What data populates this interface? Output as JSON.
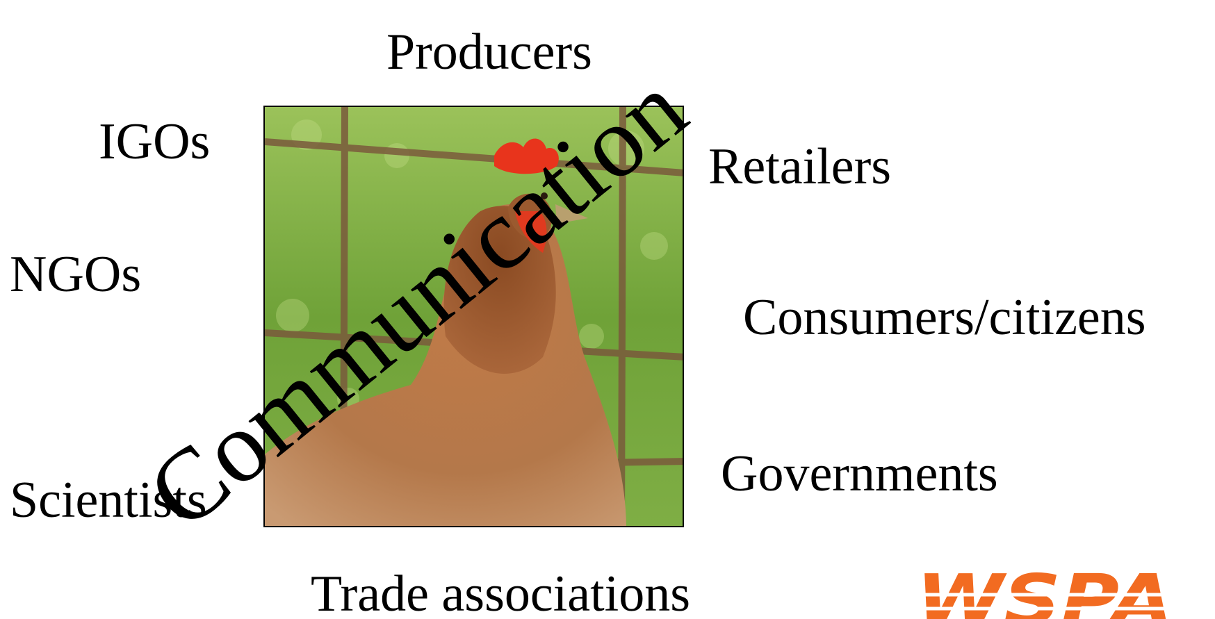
{
  "slide": {
    "title": "Communication",
    "stakeholders": {
      "producers": "Producers",
      "igos": "IGOs",
      "retailers": "Retailers",
      "ngos": "NGOs",
      "consumers": "Consumers/citizens",
      "governments": "Governments",
      "scientists": "Scientists",
      "trade": "Trade associations"
    },
    "photo": {
      "subject": "hen-behind-wire-fence"
    },
    "logo": {
      "text": "WSPA",
      "color": "#f26b21"
    }
  }
}
